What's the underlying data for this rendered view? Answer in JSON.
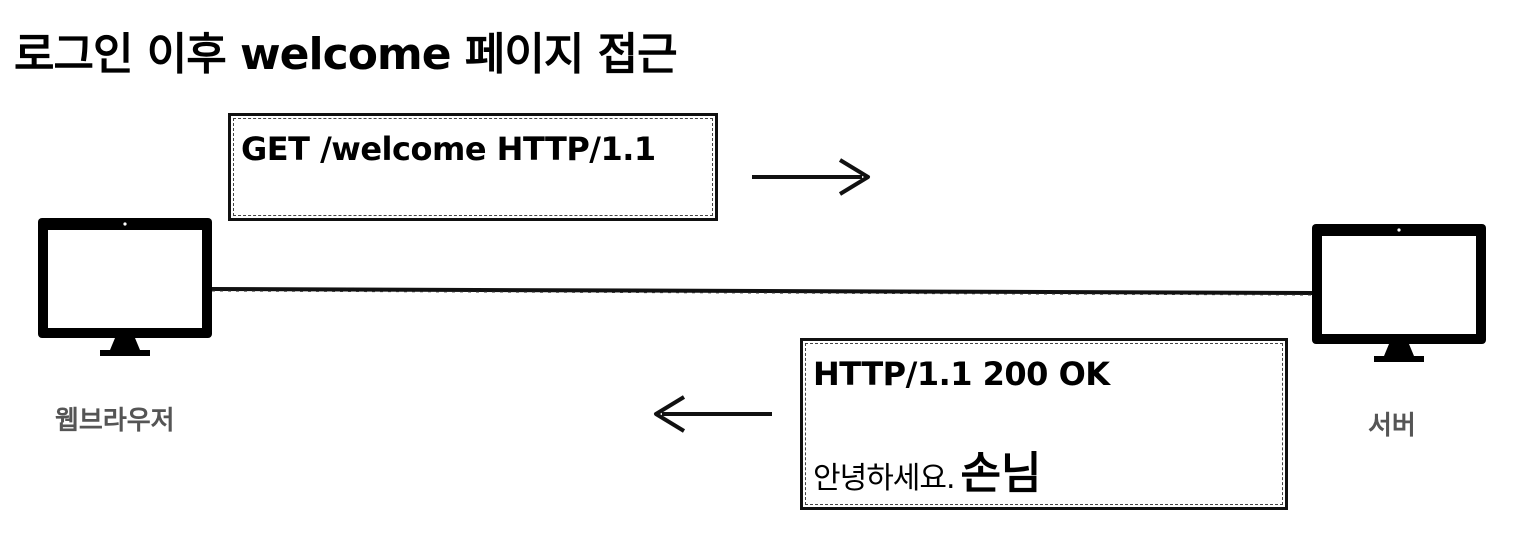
{
  "title": "로그인 이후 welcome 페이지 접근",
  "request": {
    "line": "GET /welcome HTTP/1.1"
  },
  "response": {
    "status_line": "HTTP/1.1 200 OK",
    "greeting": "안녕하세요.",
    "guest": "손님"
  },
  "devices": {
    "client_label": "웹브라우저",
    "server_label": "서버"
  },
  "icons": {
    "client": "monitor-icon",
    "server": "monitor-icon",
    "request_arrow": "arrow-right-icon",
    "response_arrow": "arrow-left-icon"
  }
}
